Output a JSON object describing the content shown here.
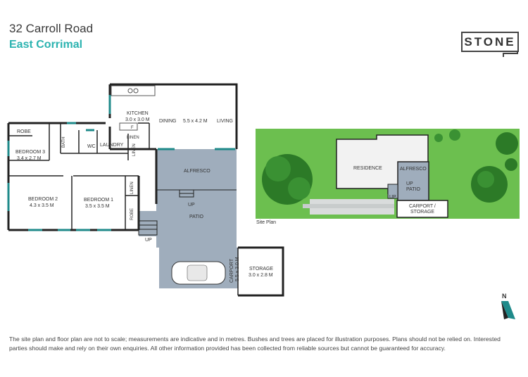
{
  "header": {
    "address": "32 Carroll Road",
    "suburb": "East Corrimal",
    "logo": "STONE"
  },
  "rooms": {
    "kitchen": "KITCHEN",
    "kitchen_dim": "3.0 x 3.0 M",
    "dining": "DINING",
    "dining_dim": "5.5 x 4.2 M",
    "living": "LIVING",
    "robe": "ROBE",
    "bath": "BATH",
    "wc": "WC",
    "laundry": "LAUNDRY",
    "linen": "LINEN",
    "f": "F",
    "bedroom3": "BEDROOM 3",
    "bedroom3_dim": "3.4 x 2.7 M",
    "bedroom2": "BEDROOM 2",
    "bedroom2_dim": "4.3 x 3.5 M",
    "bedroom1": "BEDROOM 1",
    "bedroom1_dim": "3.5 x 3.5 M",
    "alfresco": "ALFRESCO",
    "up": "UP",
    "patio": "PATIO",
    "carport": "CARPORT",
    "carport_dim": "5.5 x 3.0 M",
    "storage": "STORAGE",
    "storage_dim": "3.0 x 2.8 M"
  },
  "site_plan": {
    "title": "Site Plan",
    "residence": "RESIDENCE",
    "alfresco": "ALFRESCO",
    "up": "UP",
    "patio": "PATIO",
    "carport_storage_1": "CARPORT /",
    "carport_storage_2": "STORAGE",
    "up2": "UP"
  },
  "compass": "N",
  "disclaimer": "The site plan and floor plan are not to scale; measurements are indicative and in metres. Bushes and trees are placed for illustration purposes. Plans should not be relied on. Interested parties should make and rely on their own enquiries. All other information provided has been collected from reliable sources but cannot be guaranteed for accuracy.",
  "colors": {
    "accent": "#2bb3b0",
    "wall": "#222222",
    "outdoor": "#9aa8b8",
    "lawn": "#6bbf4e",
    "tree": "#2f7d2a",
    "window": "#1f8a8a"
  }
}
